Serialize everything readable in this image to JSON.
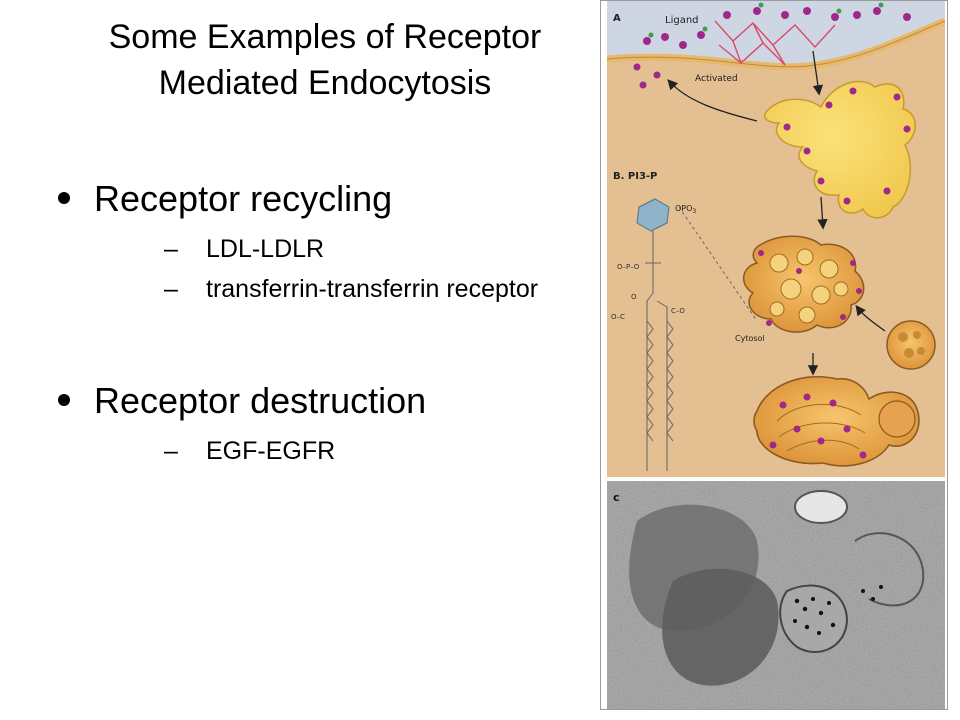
{
  "slide": {
    "title": "Some Examples of Receptor Mediated Endocytosis",
    "bullets": [
      {
        "text": "Receptor recycling",
        "subs": [
          "LDL-LDLR",
          "transferrin-transferrin receptor"
        ]
      },
      {
        "text": "Receptor destruction",
        "subs": [
          "EGF-EGFR"
        ]
      }
    ]
  },
  "figure": {
    "panel_labels": {
      "a": "A",
      "b": "B. PI3-P",
      "c": "c"
    },
    "labels": {
      "ligand": "Ligand",
      "activated": "Activated",
      "cytosol": "Cytosol",
      "phosphate": "OPO",
      "phosphate_sub": "3"
    }
  },
  "colors": {
    "membrane_top": "#c9a57c",
    "cell_background": "#e3bf92",
    "endosome_yellow": "#f3cf52",
    "mvb_orange": "#e39b3e",
    "receptor_purple": "#a0288a",
    "micrograph_grey": "#8e8e8e"
  }
}
